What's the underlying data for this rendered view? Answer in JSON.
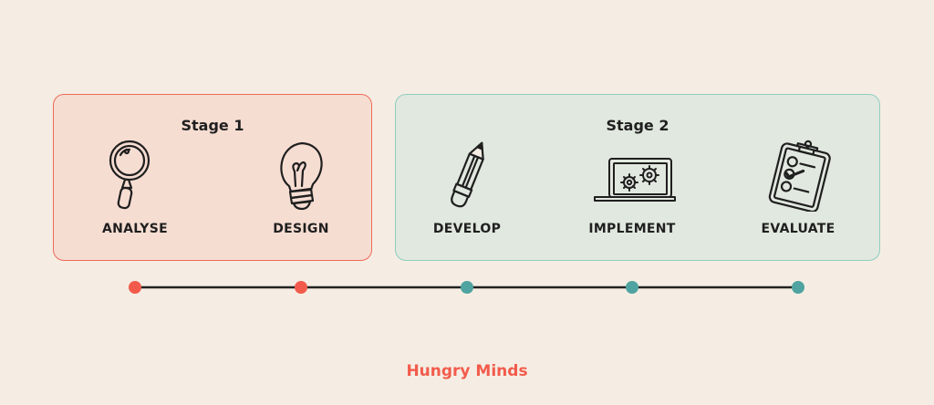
{
  "stages": [
    {
      "title": "Stage 1"
    },
    {
      "title": "Stage 2"
    }
  ],
  "phases": [
    {
      "label": "ANALYSE",
      "icon": "magnifying-glass-icon"
    },
    {
      "label": "DESIGN",
      "icon": "light-bulb-icon"
    },
    {
      "label": "DEVELOP",
      "icon": "pencil-icon"
    },
    {
      "label": "IMPLEMENT",
      "icon": "laptop-gears-icon"
    },
    {
      "label": "EVALUATE",
      "icon": "clipboard-checklist-icon"
    }
  ],
  "colors": {
    "background": "#f5ede3",
    "stage1_fill": "#f6ddd2",
    "stage1_border": "#ee6a5a",
    "stage2_fill": "#e1e8df",
    "stage2_border": "#8fcdc2",
    "stage1_dot": "#f25b4c",
    "stage2_dot": "#4fa3a0",
    "line": "#222222",
    "brand": "#f25b4c"
  },
  "brand": "Hungry Minds"
}
